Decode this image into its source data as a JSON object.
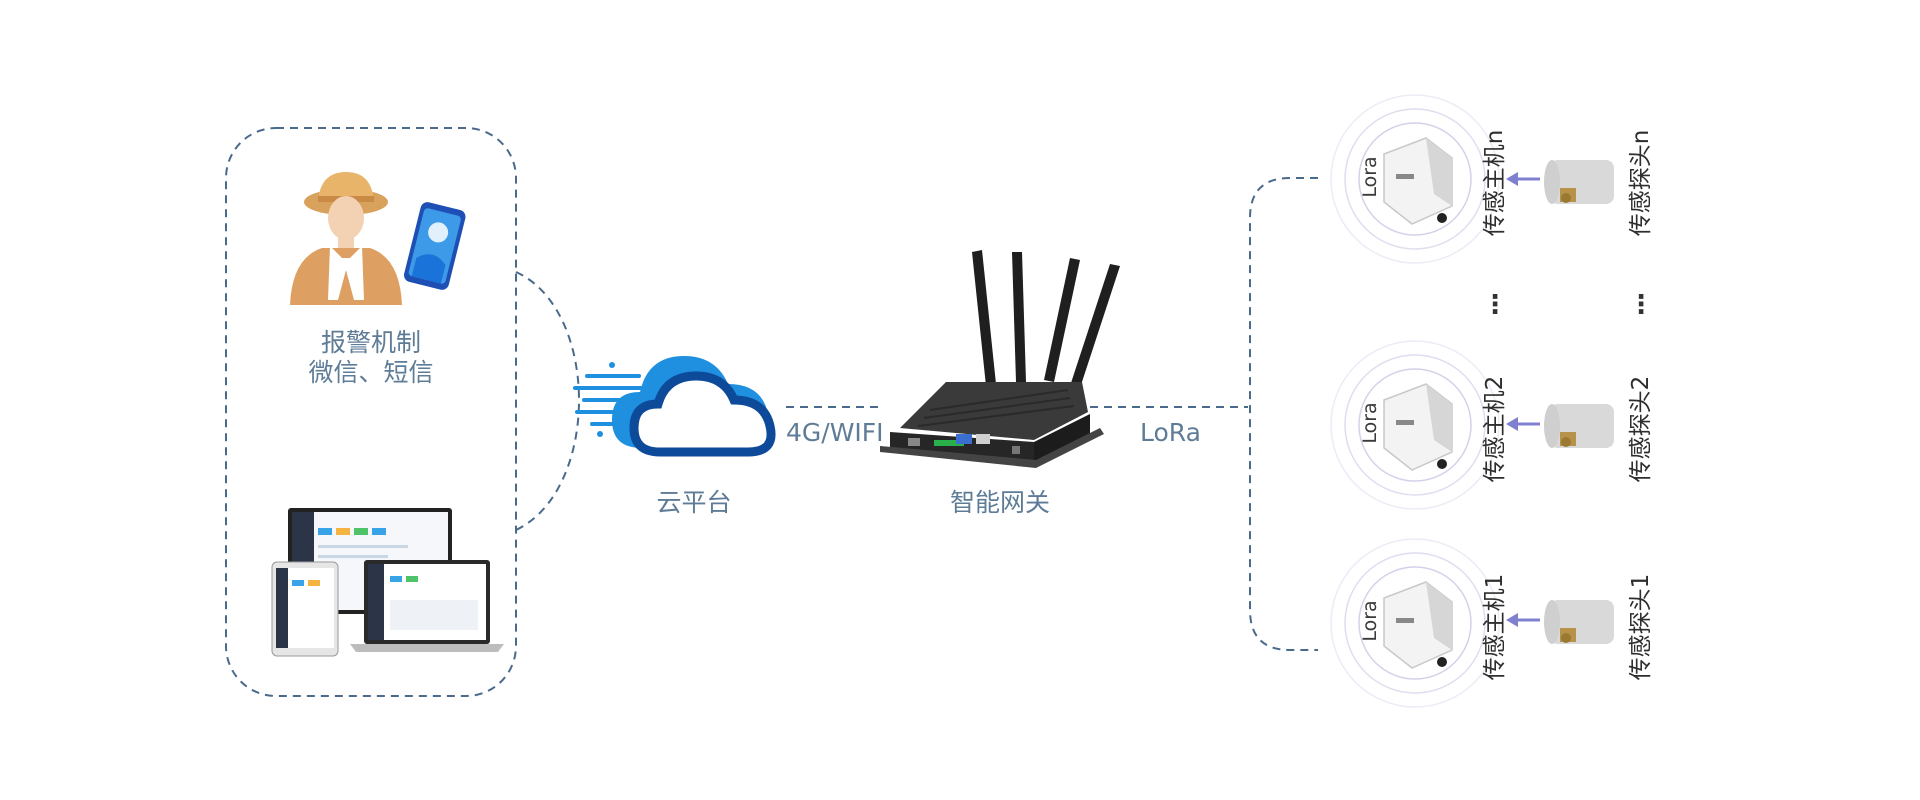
{
  "colors": {
    "dashed_line": "#4a6a8c",
    "label_text": "#5f7c97",
    "cloud_blue": "#1f8fe0",
    "cloud_dark": "#0d4a9a",
    "gateway_body": "#2b2b2b",
    "arrow": "#8080d0",
    "sensor_body": "#d9d9d9",
    "signal_ring": "#d8d8ee"
  },
  "left_panel": {
    "alarm_line1": "报警机制",
    "alarm_line2": "微信、短信",
    "farmer_icon": "farmer-icon",
    "phone_icon": "smartphone-icon",
    "devices_icon": "monitor-devices-icon"
  },
  "cloud": {
    "label": "云平台",
    "icon": "cloud-icon"
  },
  "link_cloud_gateway": {
    "label": "4G/WIFI"
  },
  "gateway": {
    "label": "智能网关",
    "icon": "gateway-router-icon"
  },
  "link_gateway_sensors": {
    "label": "LoRa"
  },
  "sensor_nodes": [
    {
      "lora": "Lora",
      "host": "传感主机n",
      "probe": "传感探头n"
    },
    {
      "lora": "Lora",
      "host": "传感主机2",
      "probe": "传感探头2"
    },
    {
      "lora": "Lora",
      "host": "传感主机1",
      "probe": "传感探头1"
    }
  ],
  "ellipsis": "⋮"
}
